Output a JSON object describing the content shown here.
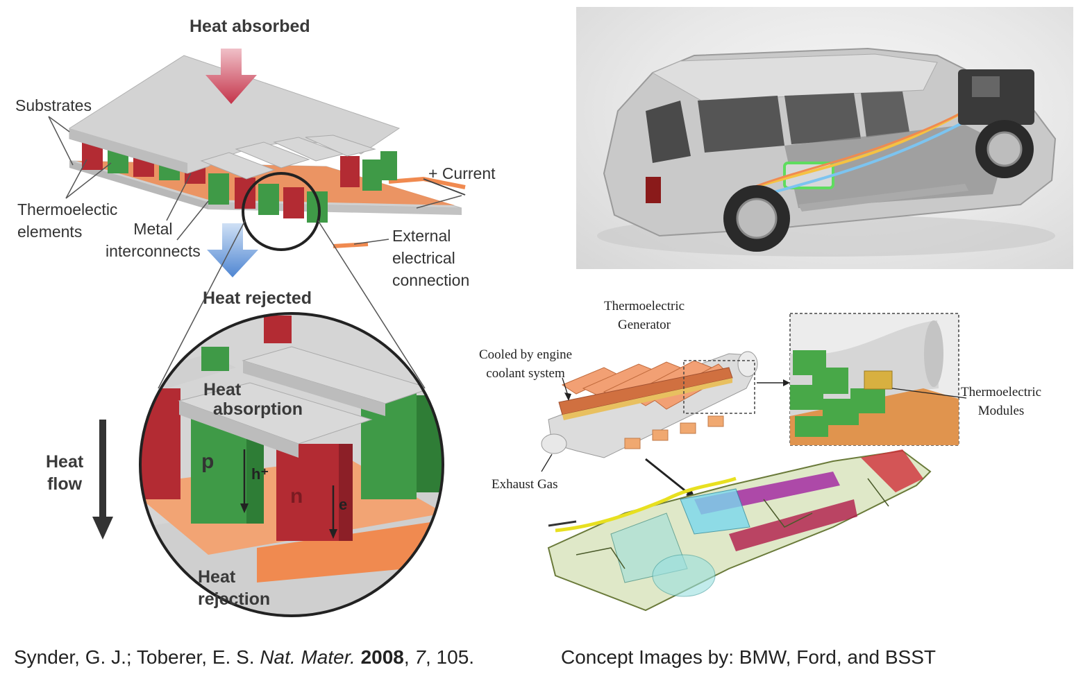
{
  "module": {
    "heat_absorbed": "Heat absorbed",
    "heat_rejected": "Heat rejected",
    "substrates": "Substrates",
    "thermoelectric_elements": "Thermoelectic\nelements",
    "metal_interconnects": "Metal\ninterconnects",
    "current": "+ Current",
    "external_connection": "External\nelectrical\nconnection"
  },
  "zoom": {
    "heat_absorption": "Heat\n  absorption",
    "heat_rejection": "Heat\nrejection",
    "p_label": "p",
    "n_label": "n",
    "hole_label": "h⁺",
    "electron_label": "e",
    "heat_flow": "Heat\nflow"
  },
  "teg": {
    "generator": "Thermoelectric\nGenerator",
    "cooled": "Cooled by engine\ncoolant system",
    "exhaust": "Exhaust Gas",
    "modules": "Thermoelectric\nModules"
  },
  "citations": {
    "left_authors": "Synder, G. J.; Toberer, E. S. ",
    "left_journal": "Nat. Mater.",
    "left_year": "2008",
    "left_volume": "7",
    "left_pages": ", 105.",
    "right": "Concept Images by: BMW, Ford, and BSST"
  },
  "colors": {
    "p_type": "#3f9a47",
    "n_type": "#b32b33",
    "interconnect": "#f08a50",
    "substrate": "#cfcfcf",
    "arrow_absorb": "#c4344a",
    "arrow_reject": "#5a8fd6"
  }
}
